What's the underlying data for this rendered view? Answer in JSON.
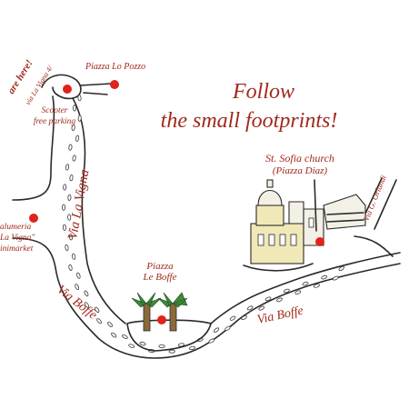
{
  "title_line1": "Follow",
  "title_line2": "the small footprints!",
  "you_are_here": "are here!",
  "you_are_here_sub": "via La Vigna 4/",
  "piazza_lo_pozzo": "Piazza Lo Pozzo",
  "scooter_parking_line1": "Scooter",
  "scooter_parking_line2": "free parking",
  "via_la_vigna": "Via La Vigna",
  "salumeria_line1": "alumeria",
  "salumeria_line2": "La Vigna\"",
  "salumeria_line3": "inimarket",
  "via_boffe_left": "Via Boffe",
  "via_boffe_right": "Via Boffe",
  "piazza_le_boffe_line1": "Piazza",
  "piazza_le_boffe_line2": "Le Boffe",
  "church_line1": "St. Sofia church",
  "church_line2": "(Piazza Diaz)",
  "via_orlandi": "Via G. Orlandi",
  "colors": {
    "label": "#a0291c",
    "pin": "#e0231b",
    "ink": "#2a2a2a"
  }
}
